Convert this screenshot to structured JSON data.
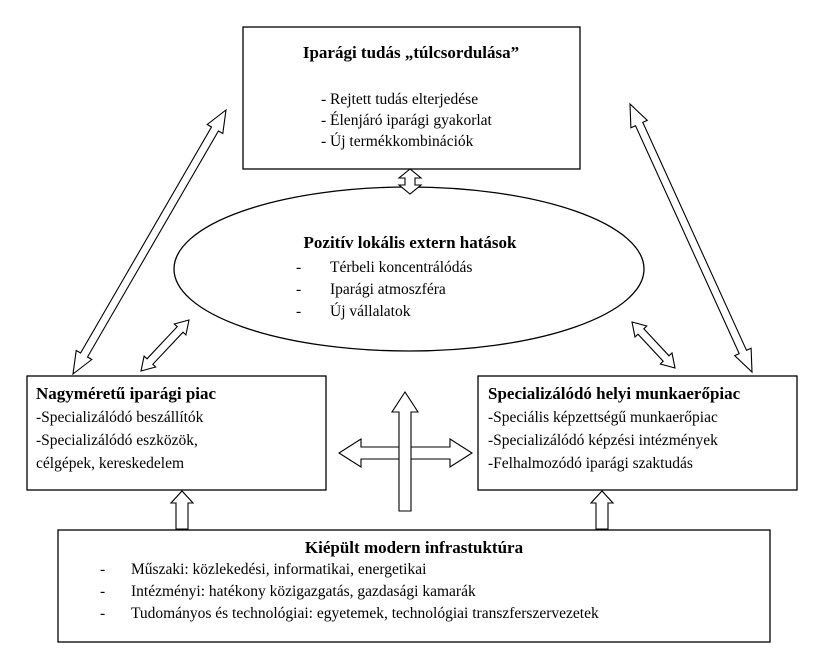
{
  "top_box": {
    "title": "Iparági tudás „túlcsordulása”",
    "items": [
      "- Rejtett tudás elterjedése",
      "- Élenjáró iparági gyakorlat",
      "- Új termékkombinációk"
    ]
  },
  "ellipse": {
    "title": "Pozitív lokális extern hatások",
    "dash": "-",
    "items": [
      "Térbeli koncentrálódás",
      "Iparági atmoszféra",
      "Új vállalatok"
    ]
  },
  "left_box": {
    "title": "Nagyméretű iparági piac",
    "items": [
      "-Specializálódó beszállítók",
      "-Specializálódó eszközök,",
      "célgépek, kereskedelem"
    ]
  },
  "right_box": {
    "title": "Specializálódó helyi munkaerőpiac",
    "items": [
      "-Speciális képzettségű munkaerőpiac",
      "-Specializálódó képzési intézmények",
      "-Felhalmozódó iparági szaktudás"
    ]
  },
  "bottom_box": {
    "title": "Kiépült modern infrastuktúra",
    "dash": "-",
    "items": [
      "Műszaki: közlekedési, informatikai, energetikai",
      "Intézményi: hatékony közigazgatás, gazdasági kamarák",
      "Tudományos és technológiai: egyetemek, technológiai transzferszervezetek"
    ]
  },
  "colors": {
    "stroke": "#000000",
    "fill": "#ffffff",
    "text": "#000000"
  }
}
